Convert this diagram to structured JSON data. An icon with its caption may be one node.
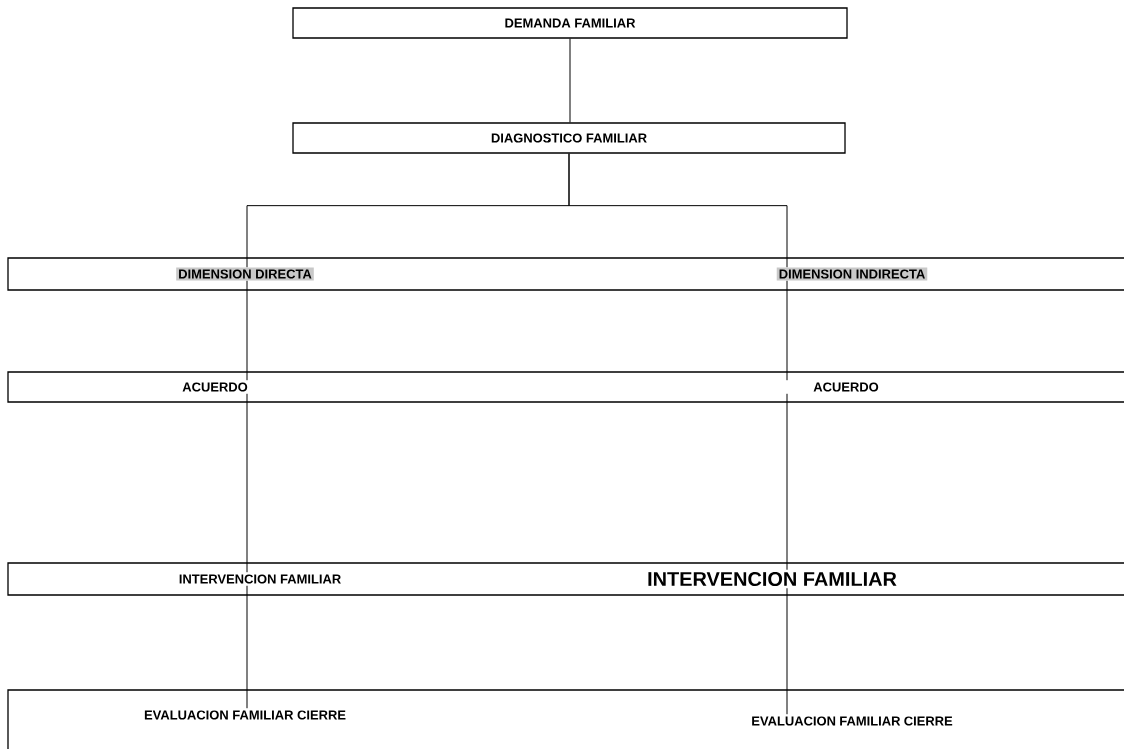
{
  "diagram": {
    "nodes": [
      {
        "text": [
          "DEMANDA FAMILIAR"
        ]
      },
      {
        "text": [
          "DIAGNOSTICO FAMILIAR"
        ]
      },
      {
        "text": [],
        "shape": "box"
      },
      {
        "text": [
          "DIMENSION  DIRECTA"
        ],
        "in": 2
      },
      {
        "text": [
          "DIMENSION INDIRECTA"
        ],
        "in": 2
      },
      {
        "text": [],
        "shape": "box"
      },
      {
        "text": [
          "ACUERDO"
        ],
        "in": 5
      },
      {
        "text": [
          "ACUERDO"
        ],
        "in": 5
      },
      {
        "text": [],
        "shape": "box"
      },
      {
        "text": [
          "INTERVENCION FAMILIAR"
        ],
        "in": 8
      },
      {
        "text": [
          "INTERVENCION FAMILIAR"
        ],
        "in": 8
      },
      {
        "text": [],
        "shape": "box"
      },
      {
        "text": [
          "EVALUACION FAMILIAR CIERRE"
        ],
        "in": 11
      },
      {
        "text": [
          "EVALUACION FAMILIAR CIERRE"
        ],
        "in": 11
      }
    ],
    "edges": [
      {
        "from": 0,
        "to": 1,
        "arrow": "none"
      },
      {
        "from": 1,
        "to": 3,
        "arrow": "none"
      },
      {
        "from": 1,
        "to": 4,
        "arrow": "none"
      },
      {
        "from": 3,
        "to": 6,
        "arrow": "none"
      },
      {
        "from": 4,
        "to": 7,
        "arrow": "none"
      },
      {
        "from": 6,
        "to": 9,
        "arrow": "none"
      },
      {
        "from": 7,
        "to": 10,
        "arrow": "none"
      },
      {
        "from": 9,
        "to": 12,
        "arrow": "none"
      },
      {
        "from": 10,
        "to": 13,
        "arrow": "none"
      }
    ]
  }
}
